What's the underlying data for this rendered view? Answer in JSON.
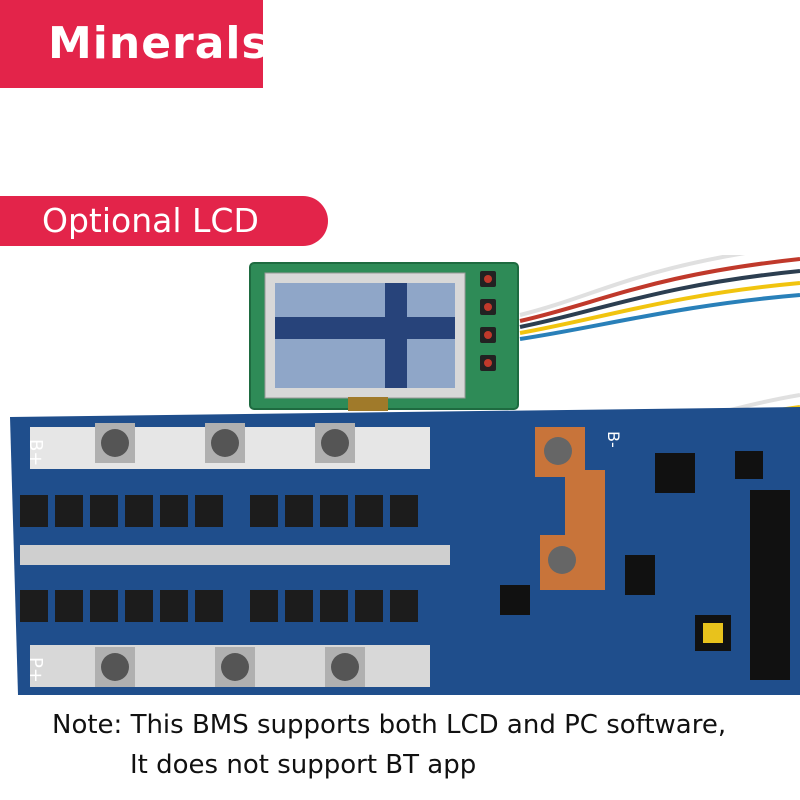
{
  "brand": {
    "logo_text": "Minerals",
    "logo_color": "#e3244a"
  },
  "badge": {
    "label": "Optional LCD"
  },
  "photo": {
    "board_marking_top": "B+",
    "board_marking_bottom": "P+",
    "board_marking_right": "B-",
    "pcb_color": "#1f4e8c",
    "lcd_pcb_color": "#2e8b57"
  },
  "note": {
    "line1": "Note: This BMS supports both LCD and PC software,",
    "line2": "It does not support BT app"
  }
}
